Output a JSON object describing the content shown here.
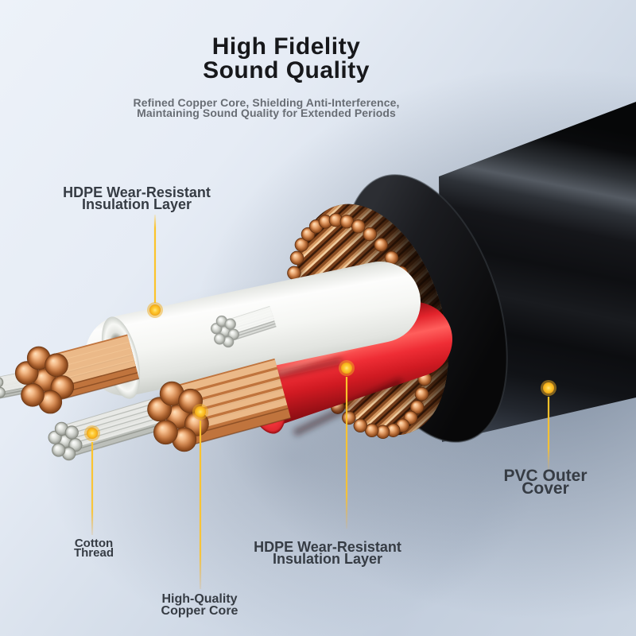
{
  "header": {
    "title_line1": "High Fidelity",
    "title_line2": "Sound Quality",
    "subtitle_line1": "Refined Copper Core, Shielding Anti-Interference,",
    "subtitle_line2": "Maintaining Sound Quality for Extended Periods"
  },
  "callouts": {
    "hdpe_top": {
      "line1": "HDPE Wear-Resistant",
      "line2": "Insulation Layer"
    },
    "pvc": {
      "line1": "PVC Outer",
      "line2": "Cover"
    },
    "cotton": {
      "line1": "Cotton",
      "line2": "Thread"
    },
    "copper_core": {
      "line1": "High-Quality",
      "line2": "Copper Core"
    },
    "hdpe_bottom": {
      "line1": "HDPE Wear-Resistant",
      "line2": "Insulation Layer"
    }
  },
  "colors": {
    "accent_marker": "#fcc32a",
    "label_text": "#363c44",
    "title_text": "#17181b",
    "subtitle_text": "#686d74",
    "pvc_jacket_black": "#0d0e10",
    "copper": "#c9824e",
    "insulation_white": "#f3f4f1",
    "insulation_red": "#e2212a",
    "cotton_gray": "#c3c6c1"
  }
}
